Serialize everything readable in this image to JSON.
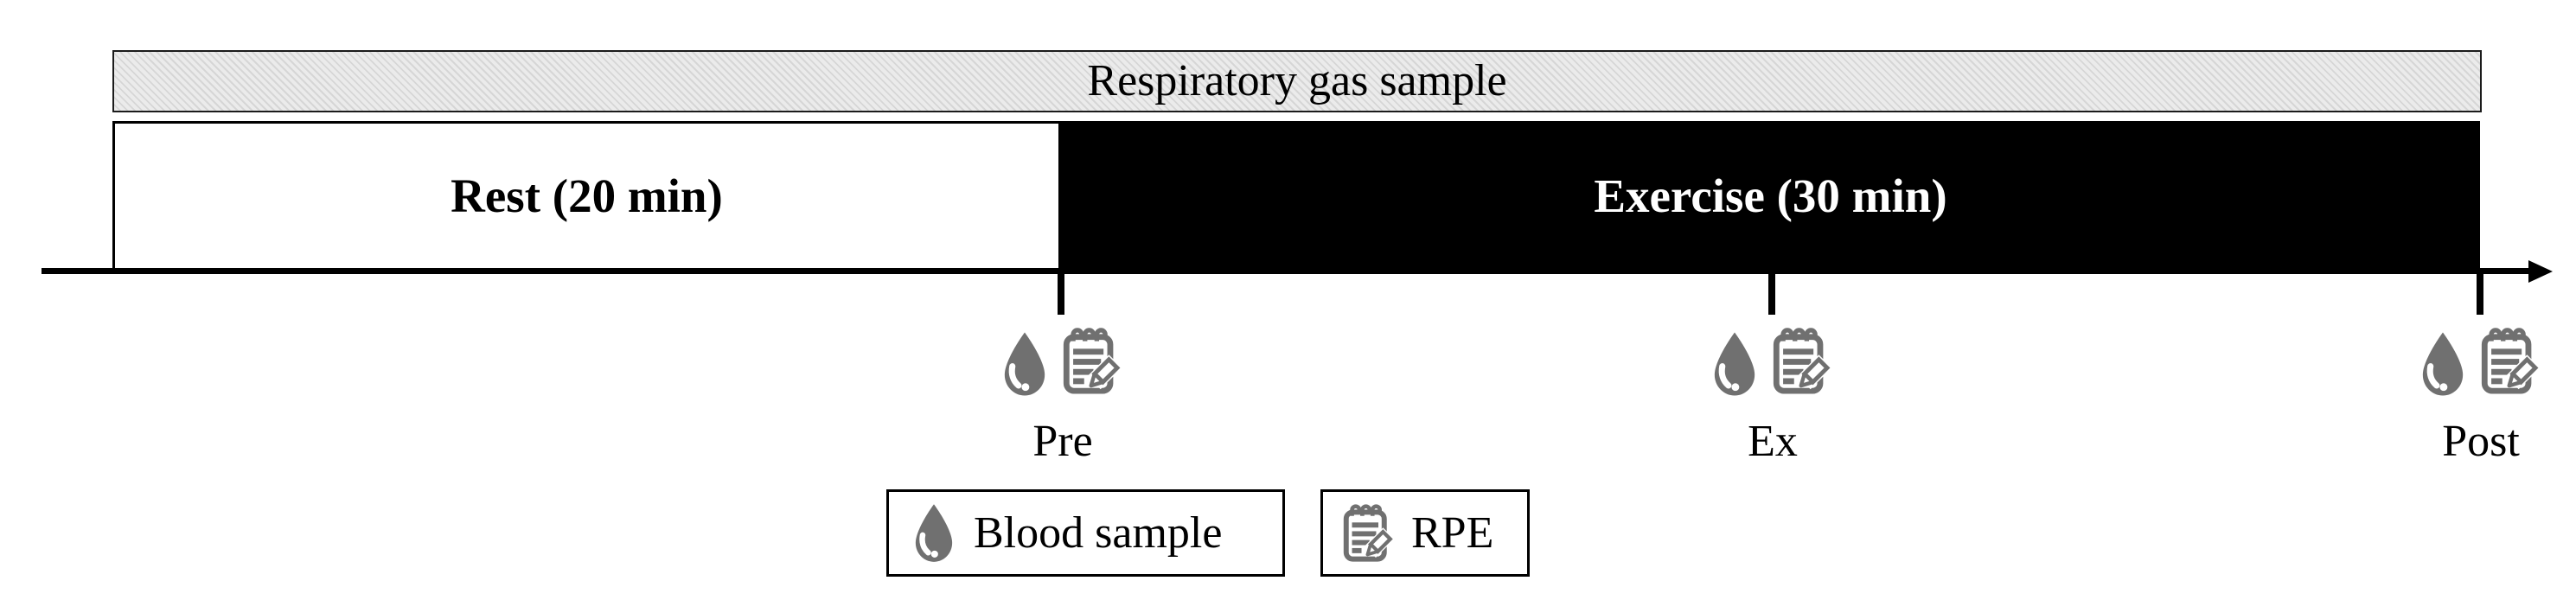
{
  "diagram": {
    "respiratory_bar_label": "Respiratory gas sample",
    "phases": [
      {
        "label": "Rest (20 min)",
        "fill": "#ffffff"
      },
      {
        "label": "Exercise (30 min)",
        "fill": "#000000"
      }
    ],
    "timepoints": [
      {
        "label": "Pre"
      },
      {
        "label": "Ex"
      },
      {
        "label": "Post"
      }
    ],
    "legend": [
      {
        "icon": "blood-drop-icon",
        "label": "Blood sample"
      },
      {
        "icon": "rpe-notepad-icon",
        "label": "RPE"
      }
    ],
    "colors": {
      "icon_gray": "#707070",
      "bar_fill": "#ebebeb",
      "phase_dark": "#000000",
      "text": "#000000"
    }
  }
}
